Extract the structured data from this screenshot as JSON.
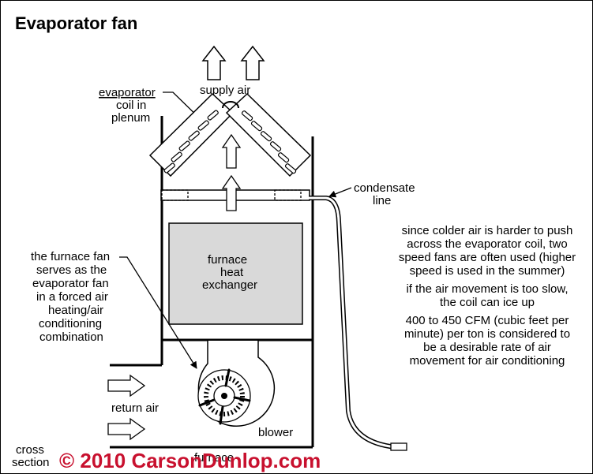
{
  "title": "Evaporator fan",
  "labels": {
    "supply_air": "supply  air",
    "evaporator_1": "evaporator",
    "evaporator_2": "coil in",
    "evaporator_3": "plenum",
    "condensate_1": "condensate",
    "condensate_2": "line",
    "furnace_fan_1": "the furnace fan",
    "furnace_fan_2": "serves as the",
    "furnace_fan_3": "evaporator fan",
    "furnace_fan_4": "in a forced air",
    "furnace_fan_5": "heating/air",
    "furnace_fan_6": "conditioning",
    "furnace_fan_7": "combination",
    "heat_exchanger_1": "furnace",
    "heat_exchanger_2": "heat",
    "heat_exchanger_3": "exchanger",
    "return_air": "return  air",
    "blower": "blower",
    "cross_section_1": "cross",
    "cross_section_2": "section",
    "furnace": "furnace"
  },
  "notes": {
    "note1_line1": "since colder air is harder to push",
    "note1_line2": "across the evaporator coil, two",
    "note1_line3": "speed fans are often used (higher",
    "note1_line4": "speed is used in the summer)",
    "note2_line1": "if the air movement is too slow,",
    "note2_line2": "the coil can ice up",
    "note3_line1": "400 to 450 CFM (cubic feet per",
    "note3_line2": "minute) per ton is considered to",
    "note3_line3": "be a desirable rate of air",
    "note3_line4": "movement for air conditioning"
  },
  "copyright": "© 2010 CarsonDunlop.com",
  "colors": {
    "ink": "#000000",
    "heat_exchanger": "#d9d9d9",
    "copyright": "#c8102e"
  }
}
